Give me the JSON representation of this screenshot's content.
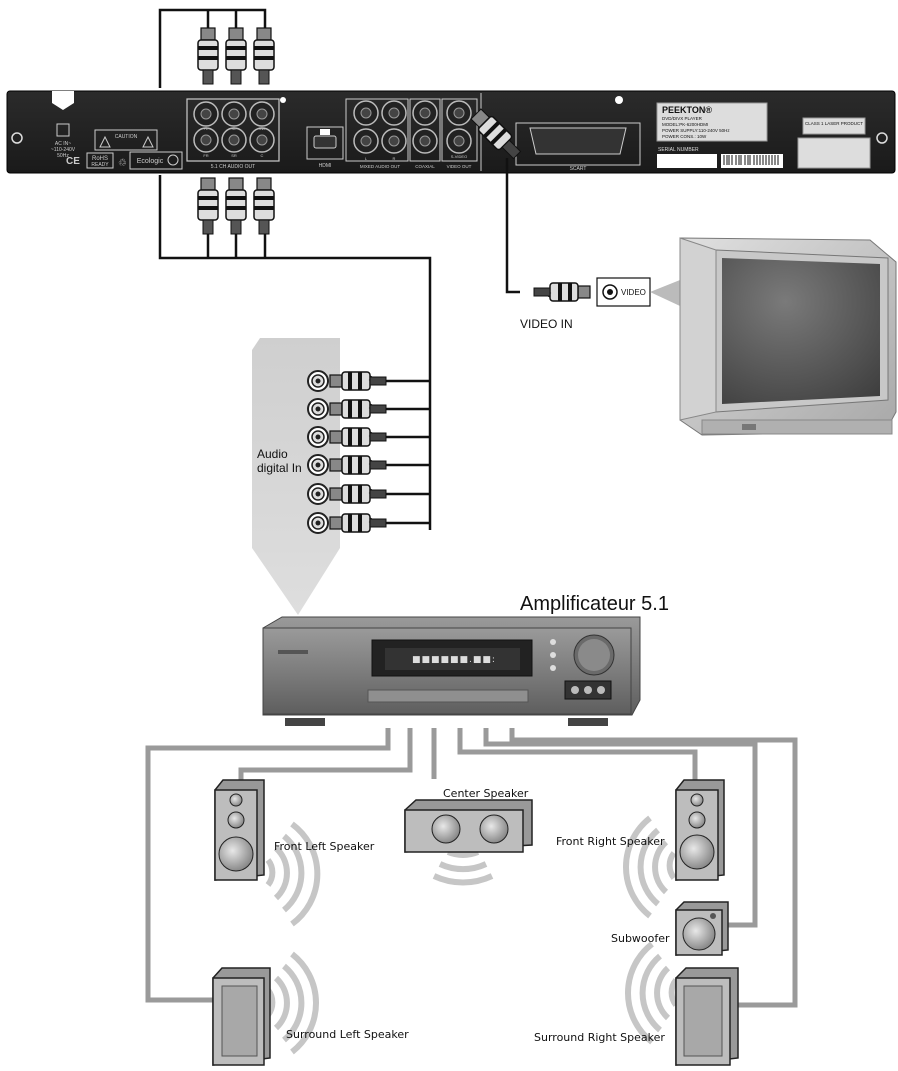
{
  "player": {
    "brand": "PEEKTON®",
    "model_lines": [
      "DVD/DIVX PLAYER",
      "MODEL:PK-6200HDMI",
      "POWER SUPPLY:110-240V 50Hz",
      "POWER CONS.: 10W"
    ],
    "serial_label": "SERIAL NUMBER",
    "laser_label": "CLASS 1 LASER PRODUCT",
    "power_spec": [
      "AC IN~",
      "~110-240V",
      "50Hz"
    ],
    "caution_label": "CAUTION",
    "rohs": [
      "RoHS",
      "READY"
    ],
    "ecologic": "Ecologic",
    "ports": {
      "audio_51": "5.1 CH AUDIO OUT",
      "fl": "FL",
      "sl": "SL",
      "sw": "SW",
      "fr": "FR",
      "sr": "SR",
      "c": "C",
      "hdmi": "HDMI",
      "mixed": "MIXED AUDIO OUT",
      "l": "L",
      "r": "R",
      "coaxial": "COAXIAL",
      "video_out": "VIDEO OUT",
      "svideo": "S-VIDEO",
      "scart": "SCART"
    }
  },
  "tv": {
    "video_in_label": "VIDEO IN",
    "jack_label": "VIDEO"
  },
  "audio_in_label": "Audio\ndigital In",
  "amp_title": "Amplificateur 5.1",
  "speakers": {
    "center": "Center Speaker",
    "front_left": "Front Left Speaker",
    "front_right": "Front Right Speaker",
    "subwoofer": "Subwoofer",
    "surround_left": "Surround Left Speaker",
    "surround_right": "Surround Right Speaker"
  }
}
